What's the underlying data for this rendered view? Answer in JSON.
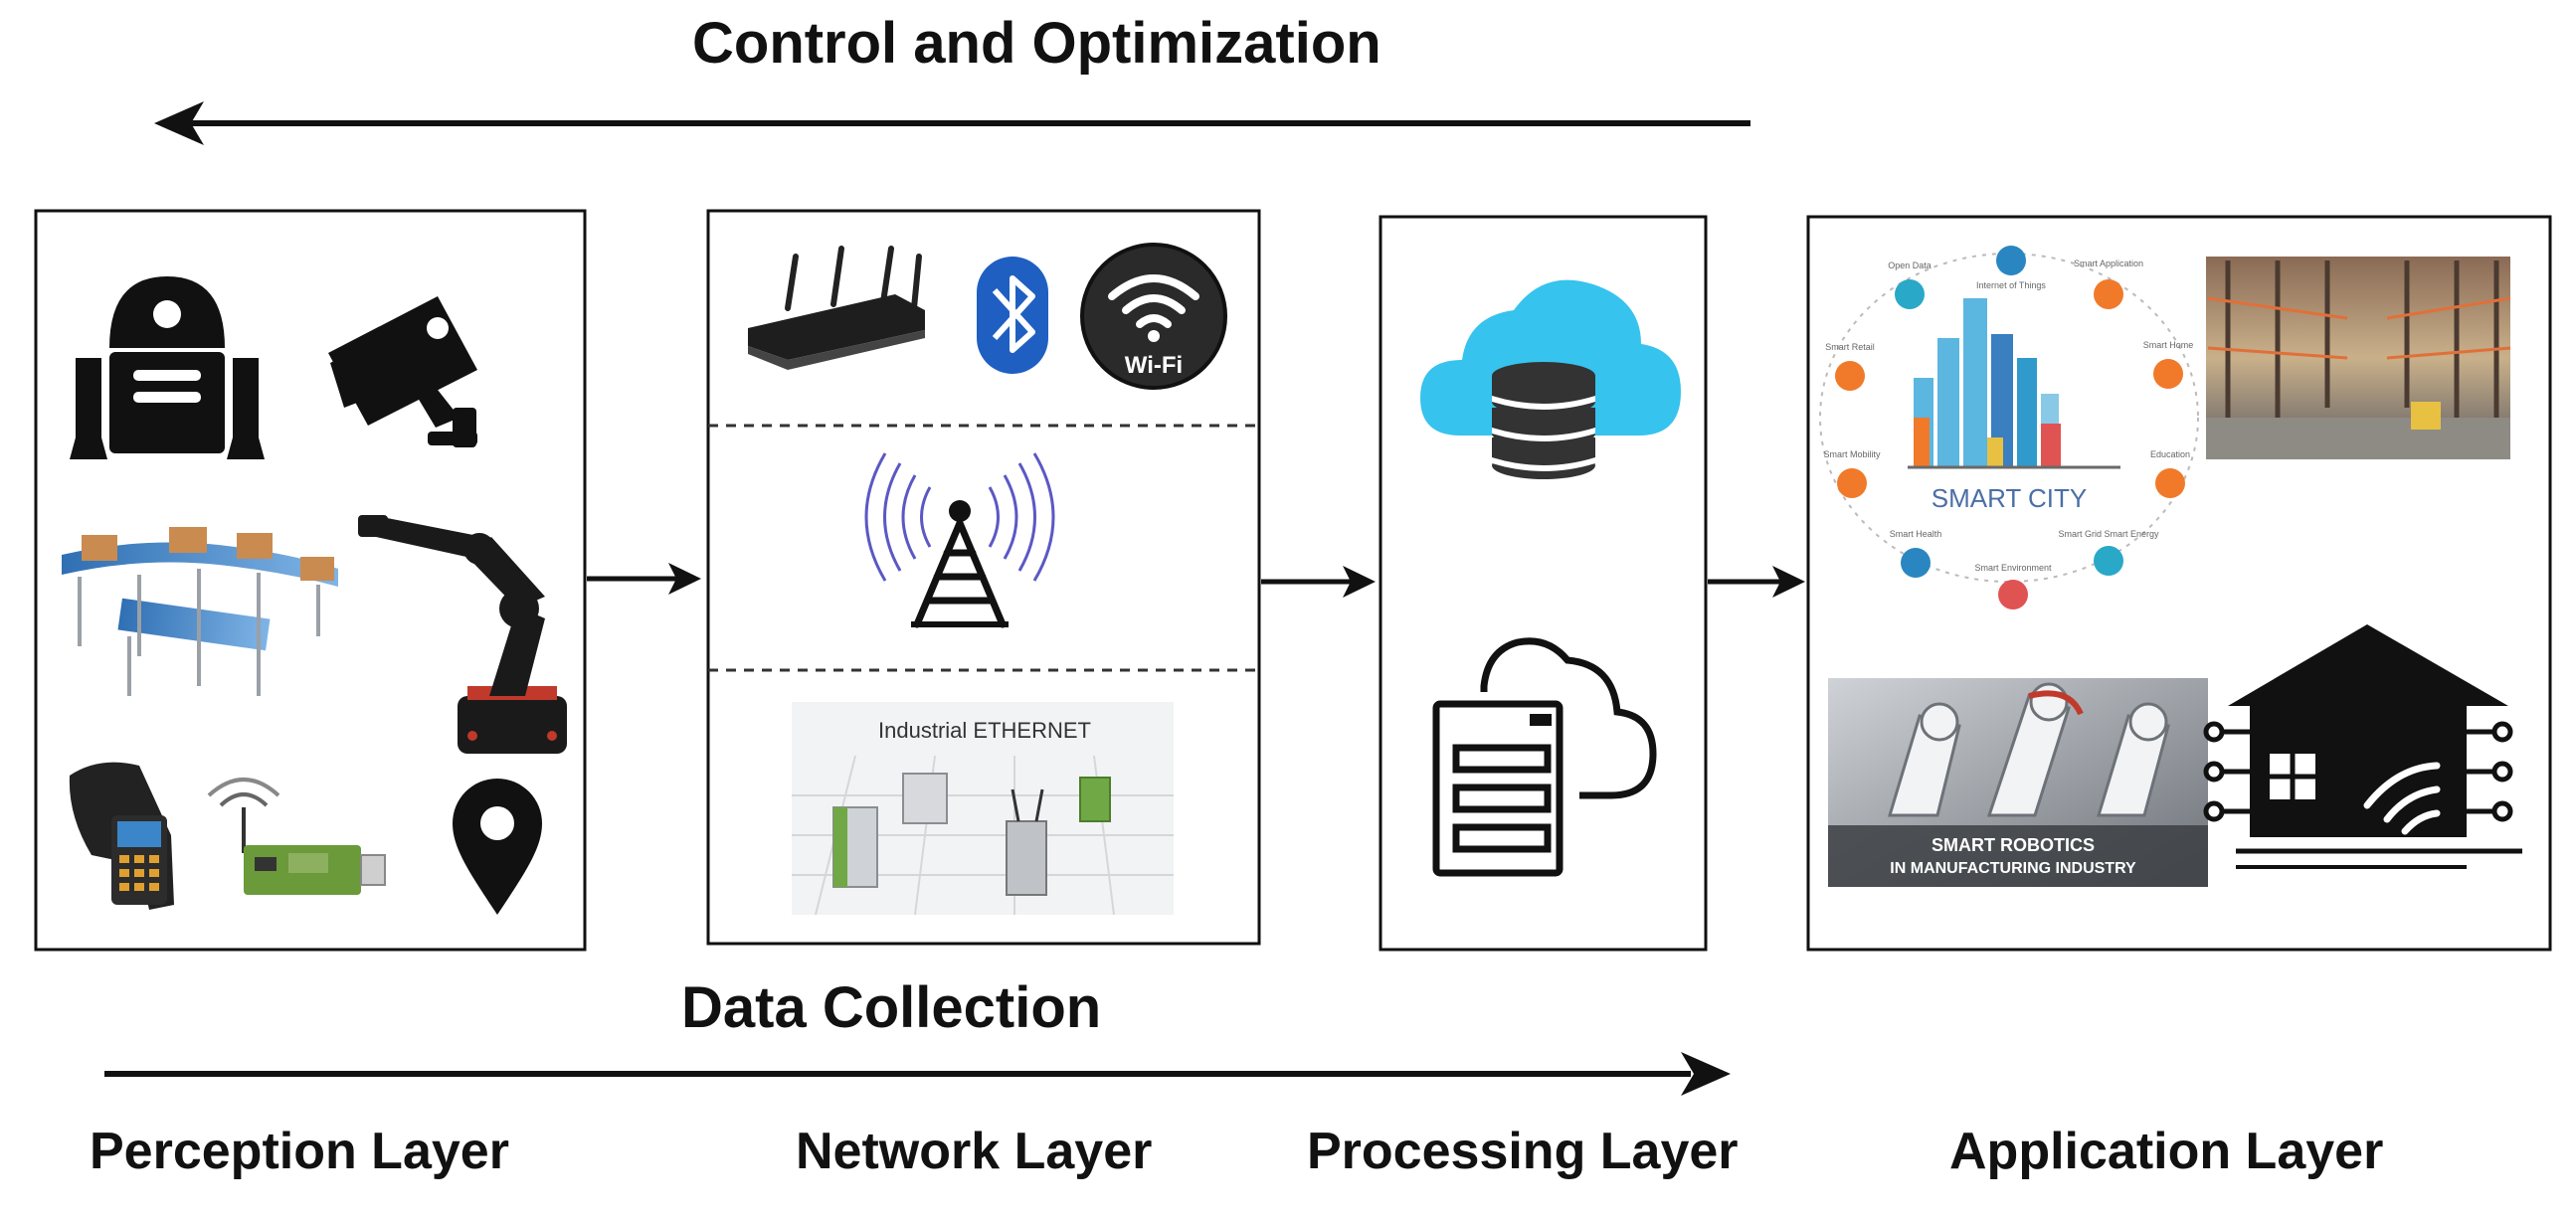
{
  "diagram": {
    "top_flow_label": "Control and Optimization",
    "bottom_flow_label": "Data Collection",
    "layers": [
      {
        "name": "Perception Layer"
      },
      {
        "name": "Network Layer"
      },
      {
        "name": "Processing Layer"
      },
      {
        "name": "Application Layer"
      }
    ],
    "network_images": {
      "wifi_text": "Wi-Fi",
      "ethernet_caption": "Industrial ETHERNET"
    },
    "application_images": {
      "smart_city_title": "SMART CITY",
      "smart_city_nodes": [
        "Internet of Things",
        "Smart Application",
        "Smart Home",
        "Education",
        "Smart Grid Smart Energy",
        "Smart Environment",
        "Smart Health",
        "Smart Mobility",
        "Smart Retail",
        "Open Data"
      ],
      "robotics_caption_line1": "SMART ROBOTICS",
      "robotics_caption_line2": "IN MANUFACTURING INDUSTRY"
    }
  },
  "colors": {
    "stroke": "#111111",
    "cloud_blue": "#36c3ee",
    "bluetooth_blue": "#1f5fc2",
    "orange_accent": "#f07a2a",
    "teal_accent": "#29a8c8"
  }
}
